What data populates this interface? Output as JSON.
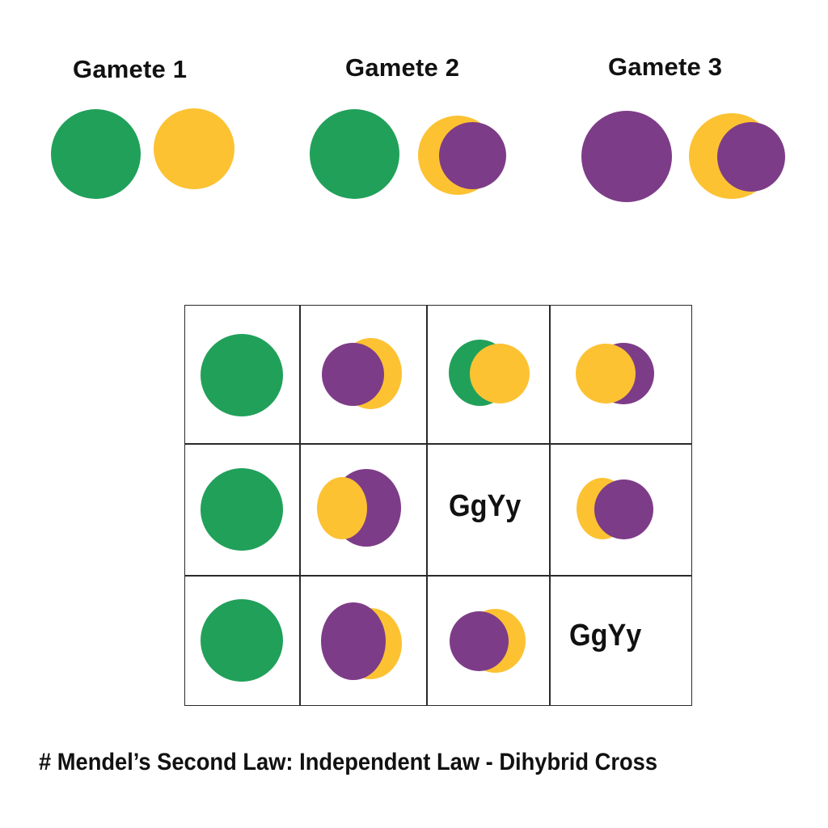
{
  "colors": {
    "green": "#21a05a",
    "yellow": "#fcc232",
    "purple": "#7d3c88",
    "line": "#2a2a2a"
  },
  "gametes": [
    {
      "title": "Gamete 1",
      "symbols": [
        "green-circle",
        "yellow-circle"
      ]
    },
    {
      "title": "Gamete 2",
      "symbols": [
        "green-circle",
        "yellow-purple-overlap"
      ]
    },
    {
      "title": "Gamete 3",
      "symbols": [
        "purple-circle",
        "yellow-purple-overlap"
      ]
    }
  ],
  "grid": {
    "rows": [
      [
        "green-circle",
        "purple-over-yellow",
        "green-under-yellow",
        "yellow-over-purple"
      ],
      [
        "green-circle",
        "yellow-over-purple",
        "GgYy",
        "yellow-under-purple"
      ],
      [
        "green-circle",
        "purple-over-yellow",
        "purple-over-yellow",
        "GgYy"
      ]
    ],
    "labels": {
      "r2c3": "GgYy",
      "r3c4": "GgYy"
    }
  },
  "caption": "# Mendel’s Second Law: Independent Law - Dihybrid Cross"
}
